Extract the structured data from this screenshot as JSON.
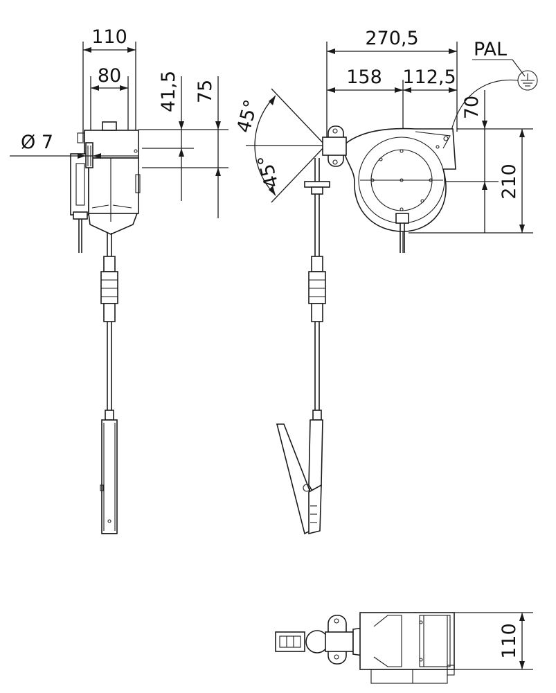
{
  "dimensions": {
    "side_width": "110",
    "side_inner_width": "80",
    "hole_diameter": "Ø 7",
    "offset_upper": "41,5",
    "offset_lower": "75",
    "angle_up": "45°",
    "angle_down": "45°",
    "total_width": "270,5",
    "left_span": "158",
    "right_span": "112,5",
    "top_offset": "70",
    "height": "210",
    "bottom_width": "110"
  },
  "symbols": {
    "equipotential_label": "PAL",
    "ground_icon": "earth-ground-icon"
  },
  "colors": {
    "line": "#1a1a1a",
    "background": "#ffffff"
  }
}
